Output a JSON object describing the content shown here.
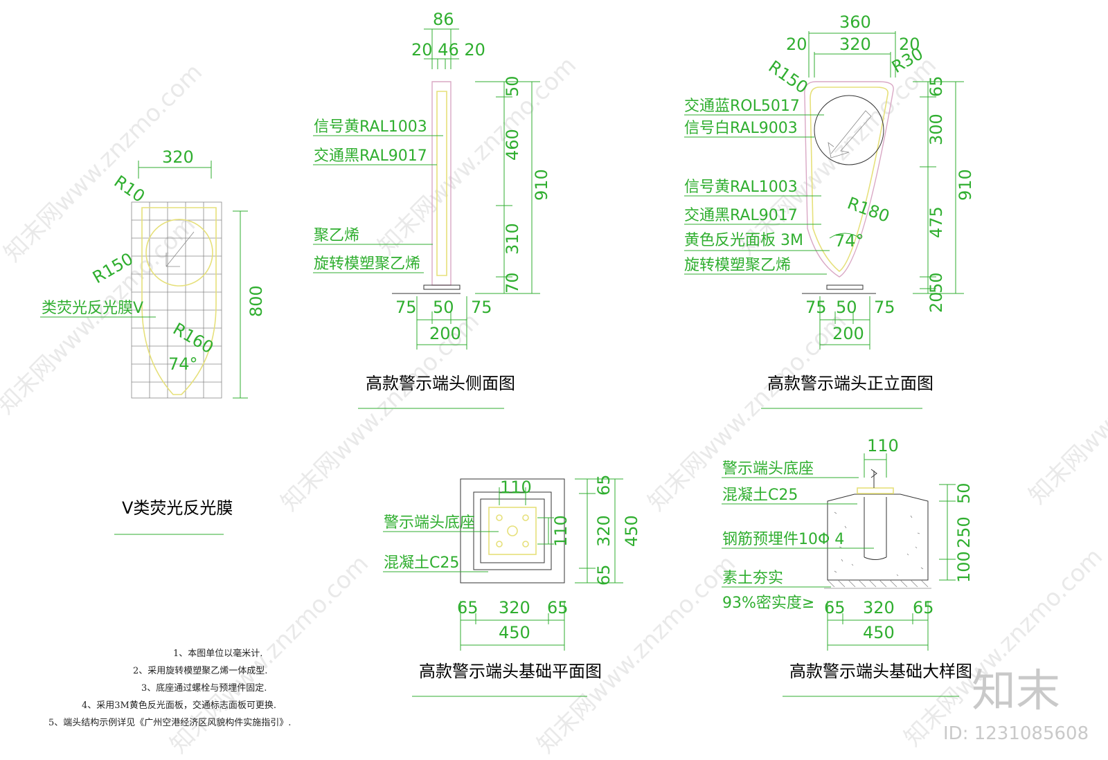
{
  "page": {
    "background": "#ffffff",
    "line_color": "#2fae2f",
    "title_color": "#000000"
  },
  "film": {
    "title": "V类荧光反光膜",
    "dim_width": "320",
    "dim_height": "800",
    "r10": "R10",
    "r150": "R150",
    "r160": "R160",
    "angle": "74°",
    "label": "类荧光反光膜V"
  },
  "side": {
    "title": "高款警示端头侧面图",
    "top_total": "86",
    "top_parts": "20 46 20",
    "labels": [
      "信号黄RAL1003",
      "交通黑RAL9017",
      "聚乙烯",
      "旋转模塑聚乙烯"
    ],
    "right_dims": [
      "50",
      "460",
      "310",
      "70"
    ],
    "total": "910",
    "bottom_parts": [
      "75",
      "50",
      "75"
    ],
    "bottom_total": "200"
  },
  "front": {
    "title": "高款警示端头正立面图",
    "top_total": "360",
    "top_inner": "320",
    "top_side_l": "20",
    "top_side_r": "20",
    "r150": "R150",
    "r30": "R30",
    "r180": "R180",
    "angle": "74°",
    "labels": [
      "交通蓝ROL5017",
      "信号白RAL9003",
      "信号黄RAL1003",
      "交通黑RAL9017",
      "黄色反光面板 3M",
      "旋转模塑聚乙烯"
    ],
    "right_dims": [
      "65",
      "300",
      "475",
      "50",
      "20"
    ],
    "total": "910",
    "bottom_parts": [
      "75",
      "50",
      "75"
    ],
    "bottom_total": "200"
  },
  "plan": {
    "title": "高款警示端头基础平面图",
    "top_dim": "110",
    "labels": [
      "警示端头底座",
      "混凝土C25"
    ],
    "right_inner": "110",
    "right_dims": [
      "65",
      "320",
      "65"
    ],
    "total": "450",
    "bottom_parts": [
      "65",
      "320",
      "65"
    ],
    "bottom_total": "450"
  },
  "detail": {
    "title": "高款警示端头基础大样图",
    "top_dim": "110",
    "labels": [
      "警示端头底座",
      "混凝土C25",
      "钢筋预埋件10Φ 4",
      "素土夯实",
      "93%密实度≥"
    ],
    "right_dims": [
      "50",
      "250",
      "100"
    ],
    "bottom_parts": [
      "65",
      "320",
      "65"
    ],
    "bottom_total": "450"
  },
  "notes": [
    "1、本图单位以毫米计.",
    "2、采用旋转模塑聚乙烯一体成型.",
    "3、底座通过螺栓与预埋件固定.",
    "4、采用3M黄色反光面板，交通标志面板可更换.",
    "5、端头结构示例详见《广州空港经济区风貌构件实施指引》."
  ],
  "watermark": {
    "text": "知末网www.znzmo.com",
    "logo": "知末",
    "id": "ID: 1231085608"
  }
}
